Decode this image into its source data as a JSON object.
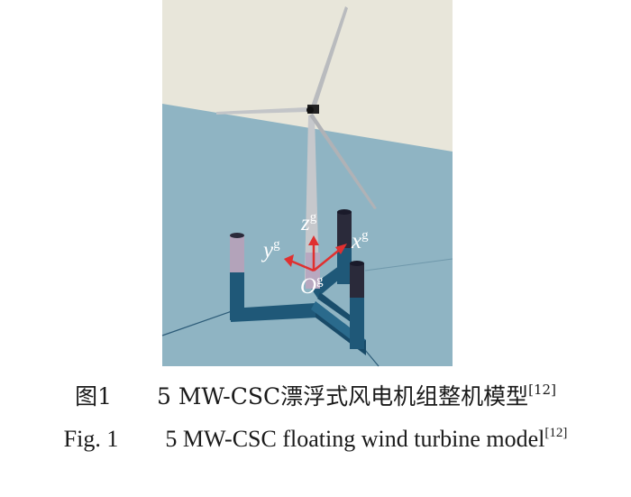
{
  "figure": {
    "axes": {
      "z": {
        "letter": "z",
        "sup": "g"
      },
      "x": {
        "letter": "x",
        "sup": "g"
      },
      "y": {
        "letter": "y",
        "sup": "g"
      },
      "origin": {
        "letter": "O",
        "sup": "g"
      }
    },
    "caption_cn": {
      "number": "图1",
      "text": "5 MW-CSC漂浮式风电机组整机模型",
      "ref": "[12]"
    },
    "caption_en": {
      "number": "Fig. 1",
      "text": "5 MW-CSC floating wind turbine model",
      "ref": "[12]"
    }
  },
  "colors": {
    "sky": "#e8e6da",
    "sea": "#8fb4c3",
    "platform": "#1f5878",
    "tower": "#c6c8cc",
    "axis_arrow": "#e03030"
  }
}
